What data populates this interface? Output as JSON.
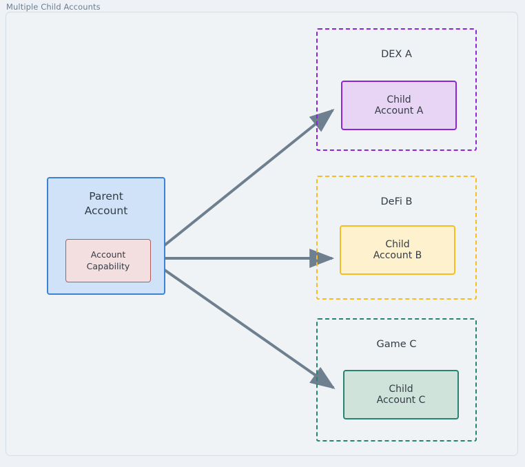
{
  "diagram": {
    "title": "Multiple Child Accounts",
    "parent": {
      "label_line1": "Parent",
      "label_line2": "Account",
      "capability_line1": "Account",
      "capability_line2": "Capability"
    },
    "apps": [
      {
        "name": "DEX A",
        "child_line1": "Child",
        "child_line2": "Account A",
        "border_color": "#8e24d4",
        "fill_color": "#e8d5f5"
      },
      {
        "name": "DeFi B",
        "child_line1": "Child",
        "child_line2": "Account B",
        "border_color": "#f5bd1f",
        "fill_color": "#fdf2cd"
      },
      {
        "name": "Game C",
        "child_line1": "Child",
        "child_line2": "Account C",
        "border_color": "#25836f",
        "fill_color": "#cfe3da"
      }
    ],
    "arrow_color": "#6e7f90",
    "parent_border_color": "#3b82d6",
    "parent_fill_color": "#cfe2f7",
    "capability_border_color": "#b05a5a",
    "capability_fill_color": "#f3dfdf",
    "background_color": "#eff3f6"
  }
}
